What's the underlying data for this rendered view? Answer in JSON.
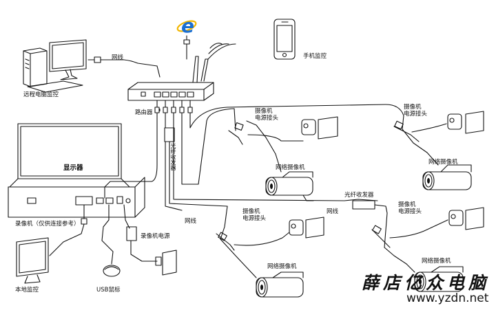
{
  "labels": {
    "network_cable_top": "网线",
    "remote_monitor": "远程电脑监控",
    "phone_monitor": "手机监控",
    "router": "路由器",
    "display": "显示器",
    "fiber_vertical": "光纤收发器",
    "nvr": "录像机（仅供连接参考）",
    "nvr_power": "录像机电源",
    "local_monitor": "本地监控",
    "usb_mouse": "USB鼠标",
    "cam1_power": "摄像机\n电源接头",
    "cam1_name": "网络摄像机",
    "cam2_power": "摄像机\n电源接头",
    "cam2_name": "网络摄像机",
    "fiber_right": "光纤收发器",
    "cam3_cable": "网线",
    "cam3_power": "摄像机\n电源接头",
    "cam3_name": "网络摄像机",
    "cam4_cable": "网线",
    "cam4_power": "摄像机\n电源接头",
    "cam4_name": "网络摄像机"
  },
  "watermark": {
    "brand": "薛店亿众电脑",
    "url": "www.yzdn.net"
  },
  "colors": {
    "line": "#111111",
    "ie_blue": "#1b6fd1",
    "ie_ring": "#f2b600"
  }
}
